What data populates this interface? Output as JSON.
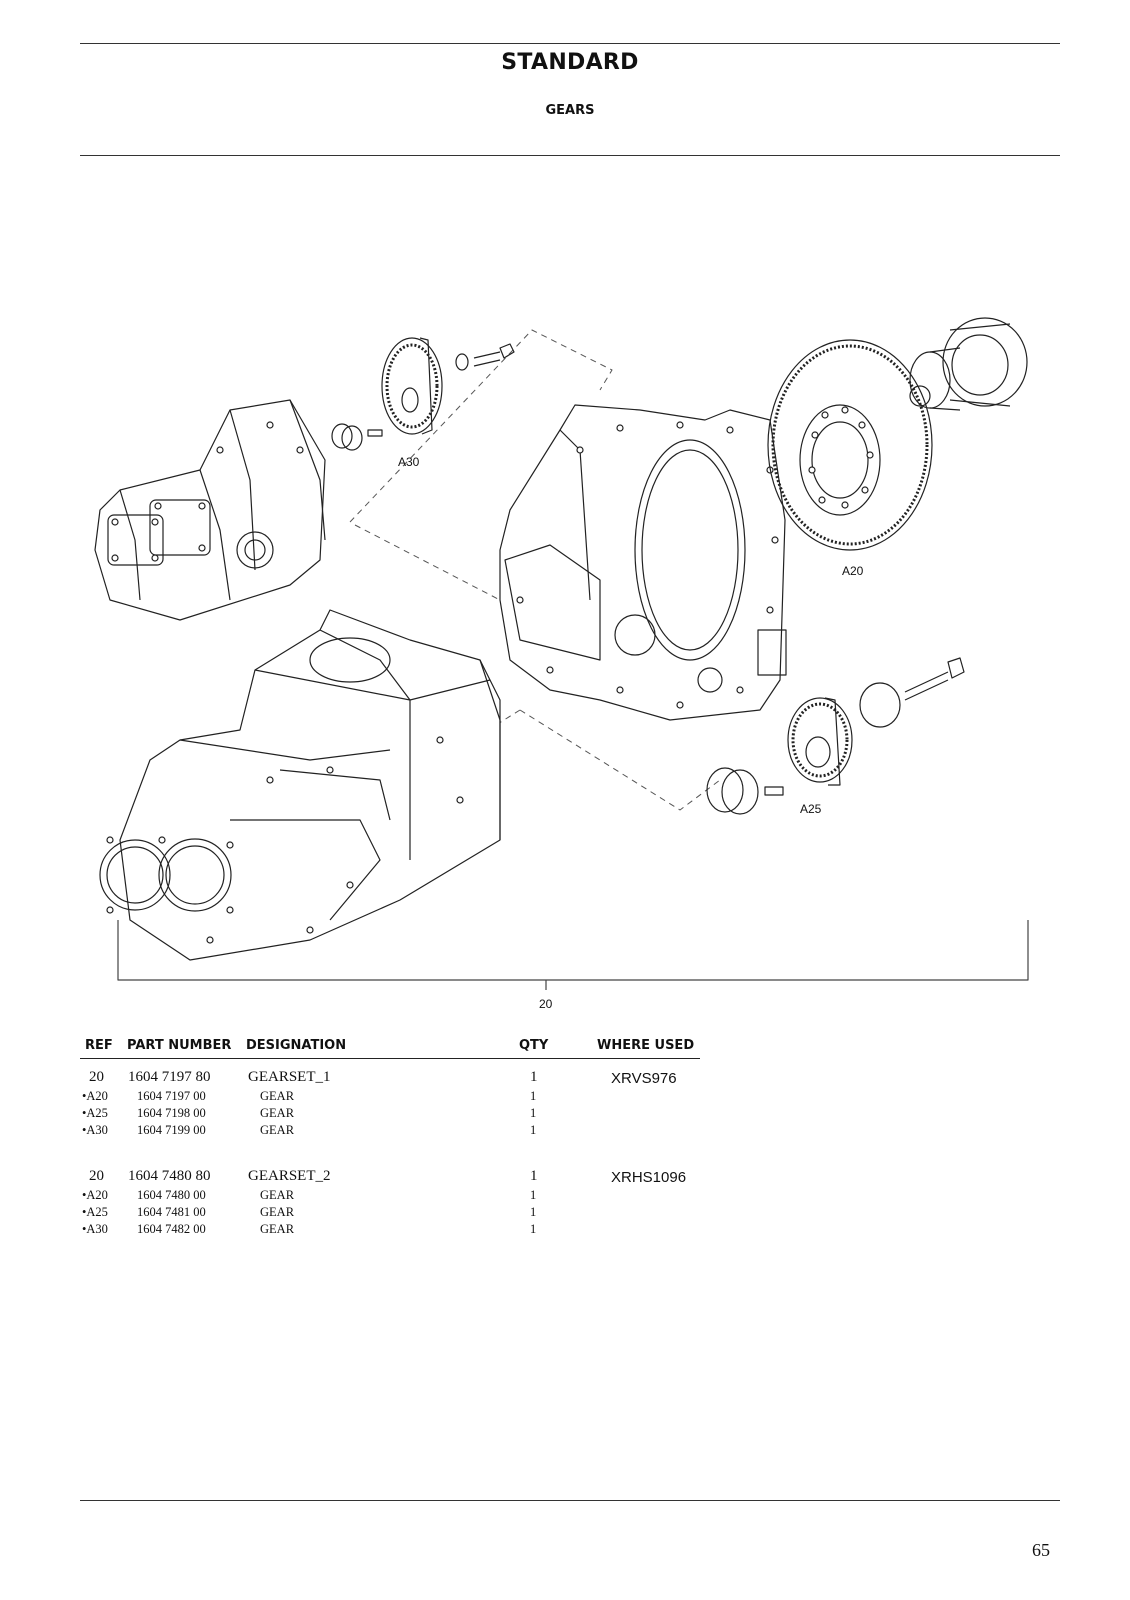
{
  "header": {
    "title": "STANDARD",
    "subtitle": "GEARS"
  },
  "drawing": {
    "callouts": {
      "a30": "A30",
      "a20": "A20",
      "a25": "A25",
      "ref20": "20"
    }
  },
  "table": {
    "headers": {
      "ref": "REF",
      "part": "PART NUMBER",
      "designation": "DESIGNATION",
      "qty": "QTY",
      "where": "WHERE USED"
    },
    "groups": [
      {
        "ref": "20",
        "part": "1604 7197 80",
        "designation": "GEARSET_1",
        "qty": "1",
        "where": "XRVS976",
        "items": [
          {
            "ref": "•A20",
            "part": "1604 7197 00",
            "designation": "GEAR",
            "qty": "1"
          },
          {
            "ref": "•A25",
            "part": "1604 7198 00",
            "designation": "GEAR",
            "qty": "1"
          },
          {
            "ref": "•A30",
            "part": "1604 7199 00",
            "designation": "GEAR",
            "qty": "1"
          }
        ]
      },
      {
        "ref": "20",
        "part": "1604 7480 80",
        "designation": "GEARSET_2",
        "qty": "1",
        "where": "XRHS1096",
        "items": [
          {
            "ref": "•A20",
            "part": "1604 7480 00",
            "designation": "GEAR",
            "qty": "1"
          },
          {
            "ref": "•A25",
            "part": "1604 7481 00",
            "designation": "GEAR",
            "qty": "1"
          },
          {
            "ref": "•A30",
            "part": "1604 7482 00",
            "designation": "GEAR",
            "qty": "1"
          }
        ]
      }
    ]
  },
  "footer": {
    "page_number": "65"
  }
}
